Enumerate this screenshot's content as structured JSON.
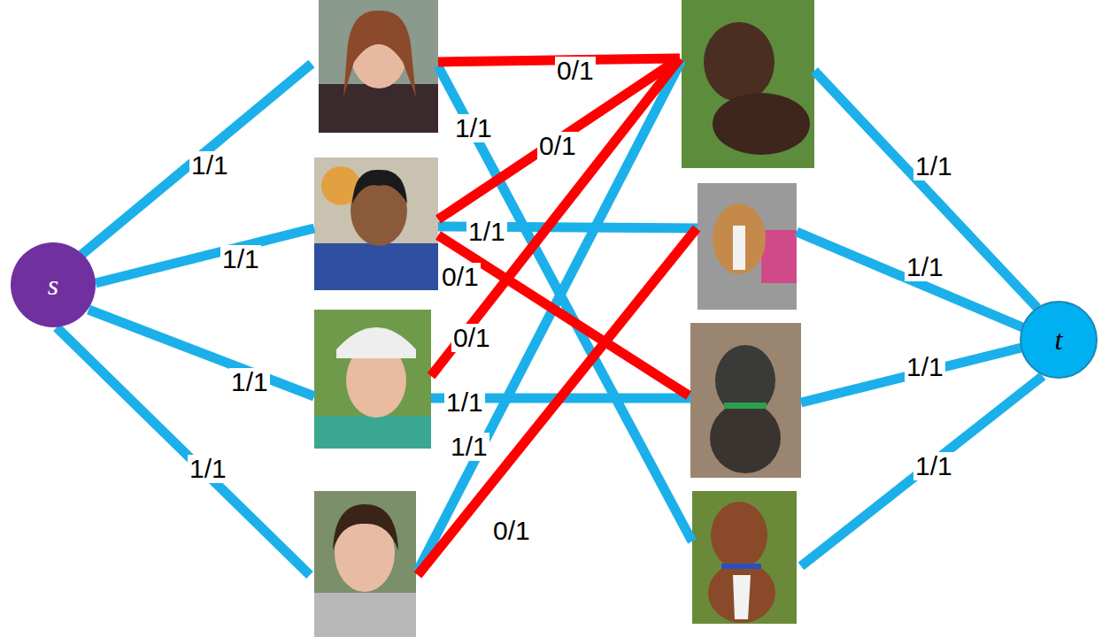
{
  "diagram": {
    "nodes": [
      {
        "text": [
          "s"
        ]
      },
      {
        "text": [
          "t"
        ]
      }
    ],
    "labels": [
      "1/1",
      "1/1",
      "1/1",
      "1/1",
      "0/1",
      "1/1",
      "0/1",
      "1/1",
      "0/1",
      "0/1",
      "1/1",
      "1/1",
      "0/1",
      "1/1",
      "1/1",
      "1/1",
      "1/1"
    ]
  }
}
